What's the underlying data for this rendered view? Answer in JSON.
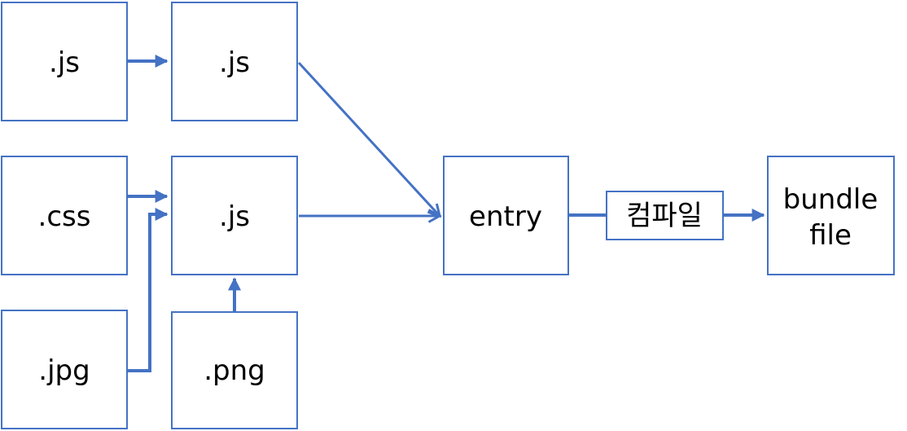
{
  "colors": {
    "stroke": "#4472c4",
    "text": "#000000",
    "background": "#ffffff"
  },
  "nodes": {
    "js_source": {
      "label": ".js"
    },
    "js_module_top": {
      "label": ".js"
    },
    "css_source": {
      "label": ".css"
    },
    "js_module_mid": {
      "label": ".js"
    },
    "jpg_source": {
      "label": ".jpg"
    },
    "png_source": {
      "label": ".png"
    },
    "entry": {
      "label": "entry"
    },
    "bundle": {
      "label_line1": "bundle",
      "label_line2": "file"
    }
  },
  "edges": {
    "compile": {
      "label": "컴파일"
    }
  }
}
